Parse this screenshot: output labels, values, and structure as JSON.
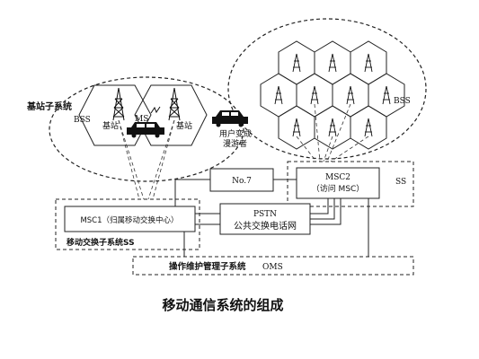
{
  "labels": {
    "bss_left_title": "基站子系统",
    "bss_left": "BSS",
    "bss_right": "BSS",
    "base_station_1": "基站",
    "base_station_2": "基站",
    "ms": "MS",
    "roaming_user_line1": "用户变成",
    "roaming_user_line2": "漫游者",
    "no7": "No.7",
    "msc2_line1": "MSC2",
    "msc2_line2": "（访问 MSC）",
    "ss": "SS",
    "msc1": "MSC1（归属移动交换中心）",
    "pstn_line1": "PSTN",
    "pstn_line2": "公共交换电话网",
    "mobile_switching_subsystem": "移动交换子系统SS",
    "oms_cn": "操作维护管理子系统",
    "oms": "OMS",
    "caption": "移动通信系统的组成"
  }
}
